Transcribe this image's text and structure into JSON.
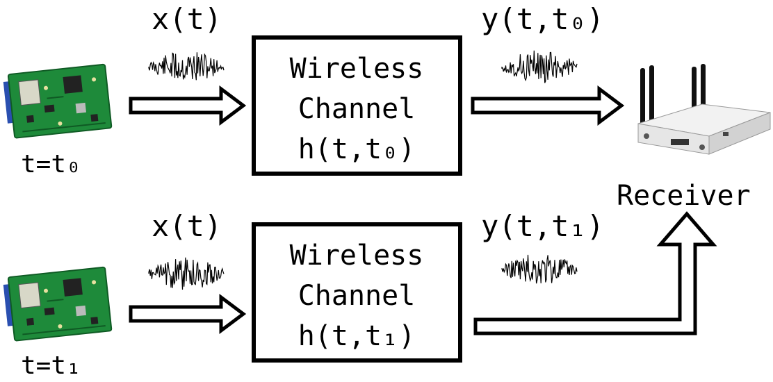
{
  "rows": [
    {
      "input_label": "x(t)",
      "output_label": "y(t,t₀)",
      "time_label": "t=t₀",
      "channel_line1": "Wireless",
      "channel_line2": "Channel",
      "channel_line3": "h(t,t₀)"
    },
    {
      "input_label": "x(t)",
      "output_label": "y(t,t₁)",
      "time_label": "t=t₁",
      "channel_line1": "Wireless",
      "channel_line2": "Channel",
      "channel_line3": "h(t,t₁)"
    }
  ],
  "receiver_label": "Receiver",
  "icons": {
    "transmitter": "circuit-board-icon",
    "receiver": "wireless-router-icon",
    "signal": "noise-waveform-icon"
  },
  "colors": {
    "pcb_green": "#1e8a3a",
    "pcb_dark": "#0f5a24",
    "connector_blue": "#2a4fb0",
    "router_body": "#e6e6e6"
  }
}
